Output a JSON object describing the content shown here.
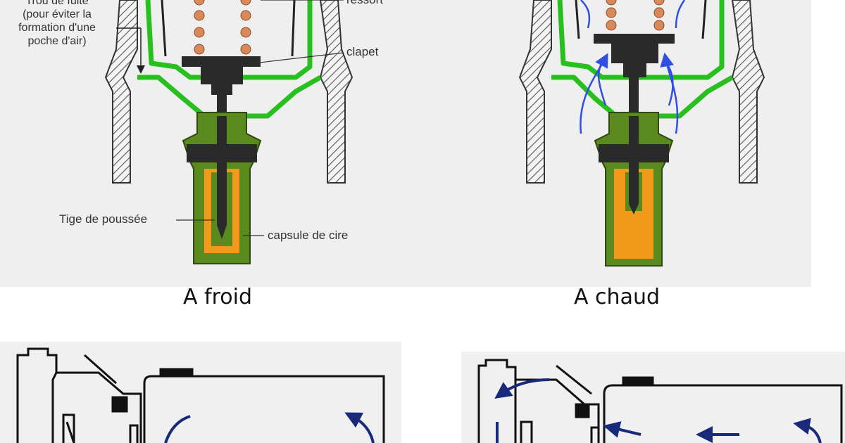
{
  "labels": {
    "trou_de_fuite_line1": "Trou de fuite",
    "trou_de_fuite_line2": "(pour éviter la",
    "trou_de_fuite_line3": "formation d'une",
    "trou_de_fuite_line4": "poche d'air)",
    "ressort": "ressort",
    "clapet": "clapet",
    "tige_de_poussee": "Tige de poussée",
    "capsule_de_cire": "capsule de cire"
  },
  "captions": {
    "cold": "A froid",
    "hot": "A chaud"
  },
  "colors": {
    "housing_green": "#28c01e",
    "wax_capsule_green": "#5a8a1e",
    "wax_orange": "#f39a1c",
    "spring_coil": "#d98a5a",
    "valve_dark": "#2a2a2a",
    "flow_arrow_blue": "#2f4fe0",
    "engine_arrow_navy": "#1a2a7a",
    "panel_background": "#efefef"
  },
  "icons": {
    "flow_arrows": "curved-arrow-icon",
    "engine_flow": "flow-arrow-icon"
  }
}
